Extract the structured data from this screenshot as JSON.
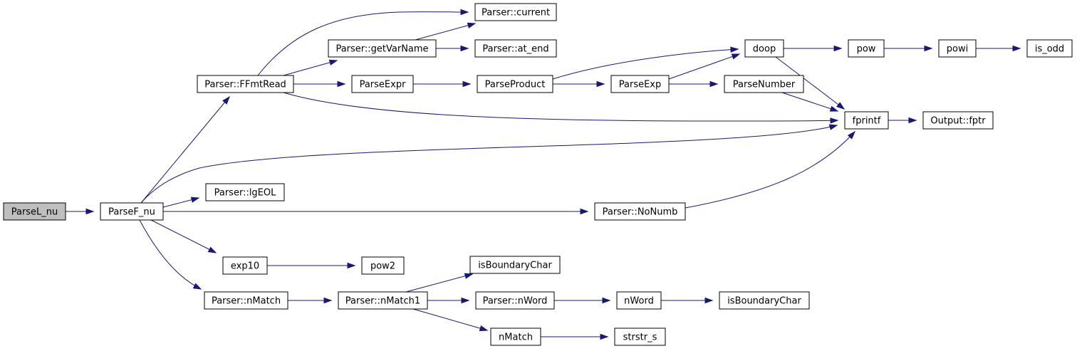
{
  "graph": {
    "edge_color": "#191970",
    "root_fill": "#bfbfbf",
    "nodes": [
      {
        "id": "n0",
        "label": "ParseL_nu",
        "root": true
      },
      {
        "id": "n1",
        "label": "ParseF_nu"
      },
      {
        "id": "n2",
        "label": "Parser::FFmtRead"
      },
      {
        "id": "n3",
        "label": "Parser::lgEOL"
      },
      {
        "id": "n4",
        "label": "Parser::NoNumb"
      },
      {
        "id": "n5",
        "label": "exp10"
      },
      {
        "id": "n6",
        "label": "Parser::nMatch"
      },
      {
        "id": "n7",
        "label": "Parser::getVarName"
      },
      {
        "id": "n8",
        "label": "Parser::current"
      },
      {
        "id": "n9",
        "label": "Parser::at_end"
      },
      {
        "id": "n10",
        "label": "ParseExpr"
      },
      {
        "id": "n11",
        "label": "ParseProduct"
      },
      {
        "id": "n12",
        "label": "ParseExp"
      },
      {
        "id": "n13",
        "label": "doop"
      },
      {
        "id": "n14",
        "label": "ParseNumber"
      },
      {
        "id": "n15",
        "label": "fprintf"
      },
      {
        "id": "n16",
        "label": "Output::fptr"
      },
      {
        "id": "n17",
        "label": "pow"
      },
      {
        "id": "n18",
        "label": "powi"
      },
      {
        "id": "n19",
        "label": "is_odd"
      },
      {
        "id": "n20",
        "label": "pow2"
      },
      {
        "id": "n21",
        "label": "Parser::nMatch1"
      },
      {
        "id": "n22",
        "label": "isBoundaryChar"
      },
      {
        "id": "n23",
        "label": "Parser::nWord"
      },
      {
        "id": "n24",
        "label": "nWord"
      },
      {
        "id": "n25",
        "label": "isBoundaryChar"
      },
      {
        "id": "n26",
        "label": "nMatch"
      },
      {
        "id": "n27",
        "label": "strstr_s"
      }
    ],
    "edges": [
      {
        "from": "n0",
        "to": "n1"
      },
      {
        "from": "n1",
        "to": "n2"
      },
      {
        "from": "n1",
        "to": "n15"
      },
      {
        "from": "n1",
        "to": "n3"
      },
      {
        "from": "n1",
        "to": "n4"
      },
      {
        "from": "n1",
        "to": "n5"
      },
      {
        "from": "n1",
        "to": "n6"
      },
      {
        "from": "n2",
        "to": "n8"
      },
      {
        "from": "n2",
        "to": "n7"
      },
      {
        "from": "n2",
        "to": "n10"
      },
      {
        "from": "n2",
        "to": "n15"
      },
      {
        "from": "n7",
        "to": "n8"
      },
      {
        "from": "n7",
        "to": "n9"
      },
      {
        "from": "n10",
        "to": "n11"
      },
      {
        "from": "n11",
        "to": "n13"
      },
      {
        "from": "n11",
        "to": "n12"
      },
      {
        "from": "n12",
        "to": "n13"
      },
      {
        "from": "n12",
        "to": "n14"
      },
      {
        "from": "n13",
        "to": "n17"
      },
      {
        "from": "n13",
        "to": "n15"
      },
      {
        "from": "n14",
        "to": "n15"
      },
      {
        "from": "n17",
        "to": "n18"
      },
      {
        "from": "n18",
        "to": "n19"
      },
      {
        "from": "n15",
        "to": "n16"
      },
      {
        "from": "n4",
        "to": "n15"
      },
      {
        "from": "n5",
        "to": "n20"
      },
      {
        "from": "n6",
        "to": "n21"
      },
      {
        "from": "n21",
        "to": "n22"
      },
      {
        "from": "n21",
        "to": "n23"
      },
      {
        "from": "n21",
        "to": "n26"
      },
      {
        "from": "n23",
        "to": "n24"
      },
      {
        "from": "n24",
        "to": "n25"
      },
      {
        "from": "n26",
        "to": "n27"
      }
    ]
  }
}
